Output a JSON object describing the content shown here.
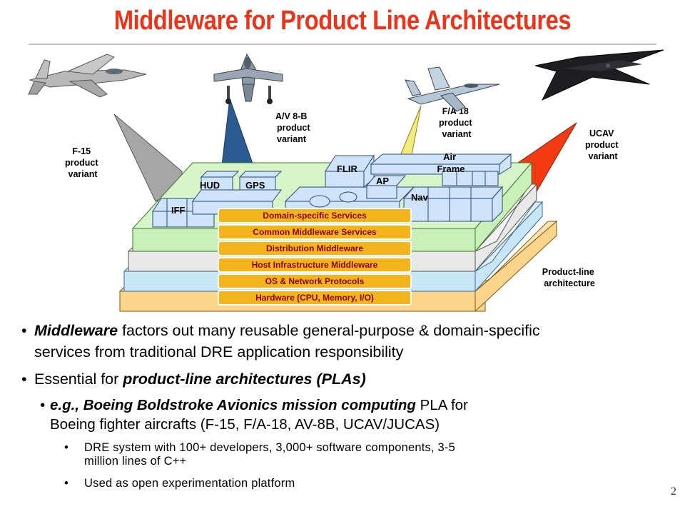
{
  "slide": {
    "title": "Middleware for Product Line Architectures",
    "page_number": "2"
  },
  "diagram": {
    "variants": [
      {
        "name": "F-15",
        "lines": [
          "F-15",
          "product",
          "variant"
        ],
        "icon": "f15-jet-icon"
      },
      {
        "name": "A/V 8-B",
        "lines": [
          "A/V 8-B",
          "product",
          "variant"
        ],
        "icon": "harrier-jet-icon"
      },
      {
        "name": "F/A 18",
        "lines": [
          "F/A 18",
          "product",
          "variant"
        ],
        "icon": "fa18-jet-icon"
      },
      {
        "name": "UCAV",
        "lines": [
          "UCAV",
          "product",
          "variant"
        ],
        "icon": "ucav-drone-icon"
      }
    ],
    "components": {
      "iff": "IFF",
      "hud": "HUD",
      "gps": "GPS",
      "flir": "FLIR",
      "ap": "AP",
      "nav": "Nav",
      "airframe": [
        "Air",
        "Frame"
      ]
    },
    "layers": [
      "Domain-specific Services",
      "Common Middleware Services",
      "Distribution Middleware",
      "Host Infrastructure Middleware",
      "OS & Network Protocols",
      "Hardware (CPU, Memory, I/O)"
    ],
    "pla_label": [
      "Product-line",
      "architecture"
    ],
    "colors": {
      "title": "#e8351b",
      "layer_band": "#f3b51b",
      "hardware_slab": "#fcd48a",
      "os_slab": "#c9e6f8",
      "host_slab": "#e8e8e8",
      "green_slab": "#c9f0b8",
      "component_box": "#cfe3fb",
      "f15_cone": "#a6a6a6",
      "harrier_cone": "#2a5a8f",
      "fa18_cone": "#f4ec7a",
      "ucav_cone": "#f23a14"
    }
  },
  "bullets": {
    "b1": {
      "bold": "Middleware",
      "rest": " factors out many reusable general-purpose & domain-specific",
      "line2": "services from traditional DRE application responsibility"
    },
    "b2": {
      "plain": "Essential for ",
      "bold": "product-line architectures (PLAs)"
    },
    "b3": {
      "bold": "e.g., Boeing Boldstroke Avionics mission computing",
      "rest": " PLA for",
      "line2": "Boeing fighter aircrafts (F-15, F/A-18, AV-8B, UCAV/JUCAS)"
    },
    "b4": {
      "line1": "DRE system with 100+ developers, 3,000+ software components, 3-5",
      "line2": "million lines of C++"
    },
    "b5": {
      "text": "Used as open experimentation platform"
    }
  }
}
